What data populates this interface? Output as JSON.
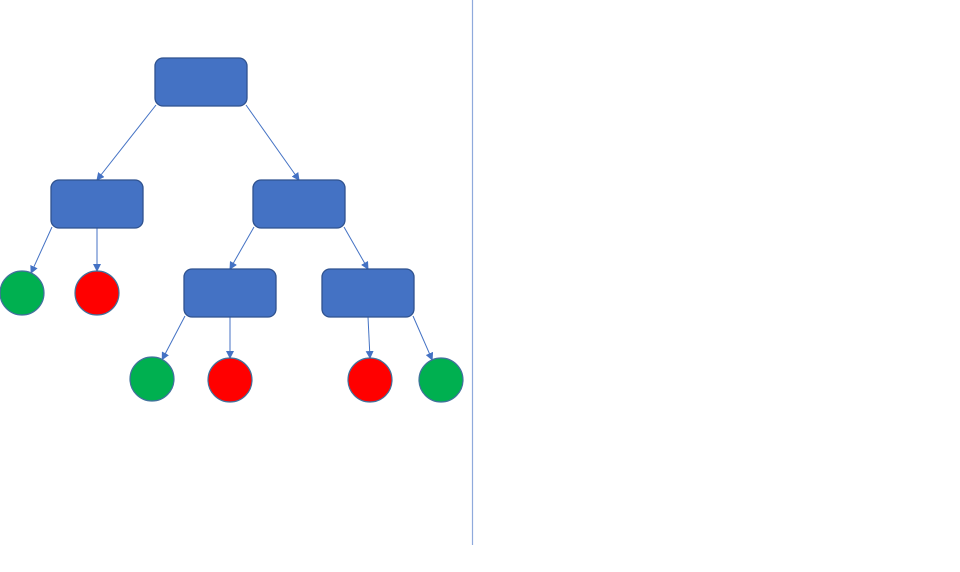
{
  "diagram": {
    "type": "decision-tree",
    "colors": {
      "decision_fill": "#4472C4",
      "decision_stroke": "#2F528F",
      "edge": "#4472C4",
      "divider": "#8FAADC",
      "outcome_positive": "#00B050",
      "outcome_negative": "#FF0000",
      "outcome_stroke": "#41719C"
    },
    "nodes": [
      {
        "id": "root",
        "kind": "decision"
      },
      {
        "id": "left",
        "kind": "decision"
      },
      {
        "id": "right",
        "kind": "decision"
      },
      {
        "id": "right-left",
        "kind": "decision"
      },
      {
        "id": "right-right",
        "kind": "decision"
      },
      {
        "id": "leaf-1",
        "kind": "outcome",
        "outcome": "positive",
        "color_name": "green"
      },
      {
        "id": "leaf-2",
        "kind": "outcome",
        "outcome": "negative",
        "color_name": "red"
      },
      {
        "id": "leaf-3",
        "kind": "outcome",
        "outcome": "positive",
        "color_name": "green"
      },
      {
        "id": "leaf-4",
        "kind": "outcome",
        "outcome": "negative",
        "color_name": "red"
      },
      {
        "id": "leaf-5",
        "kind": "outcome",
        "outcome": "negative",
        "color_name": "red"
      },
      {
        "id": "leaf-6",
        "kind": "outcome",
        "outcome": "positive",
        "color_name": "green"
      }
    ],
    "edges": [
      {
        "from": "root",
        "to": "left"
      },
      {
        "from": "root",
        "to": "right"
      },
      {
        "from": "left",
        "to": "leaf-1"
      },
      {
        "from": "left",
        "to": "leaf-2"
      },
      {
        "from": "right",
        "to": "right-left"
      },
      {
        "from": "right",
        "to": "right-right"
      },
      {
        "from": "right-left",
        "to": "leaf-3"
      },
      {
        "from": "right-left",
        "to": "leaf-4"
      },
      {
        "from": "right-right",
        "to": "leaf-5"
      },
      {
        "from": "right-right",
        "to": "leaf-6"
      }
    ]
  }
}
